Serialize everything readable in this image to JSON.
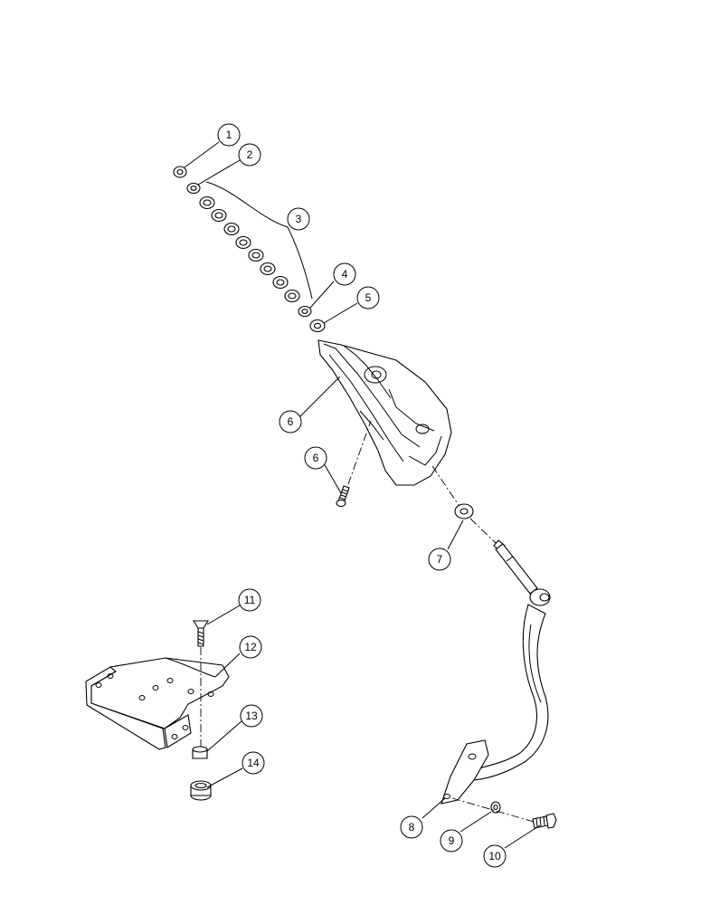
{
  "callouts": [
    "1",
    "2",
    "3",
    "4",
    "5",
    "6",
    "6",
    "7",
    "8",
    "9",
    "10",
    "11",
    "12",
    "13",
    "14"
  ]
}
